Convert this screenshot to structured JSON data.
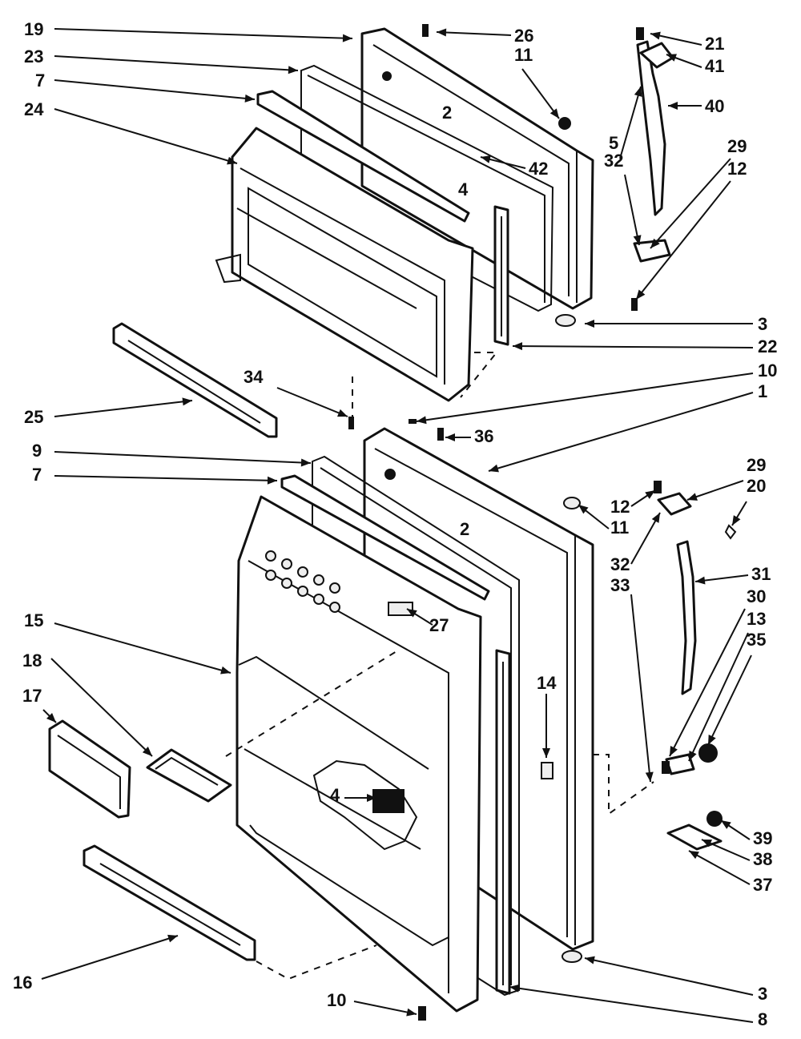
{
  "diagram": {
    "callouts": [
      "19",
      "23",
      "7",
      "24",
      "26",
      "11",
      "2",
      "4",
      "42",
      "21",
      "41",
      "40",
      "5",
      "32",
      "29",
      "12",
      "3",
      "22",
      "10",
      "1",
      "25",
      "34",
      "36",
      "9",
      "7",
      "2",
      "12",
      "11",
      "32",
      "33",
      "29",
      "20",
      "31",
      "30",
      "13",
      "35",
      "15",
      "18",
      "17",
      "27",
      "14",
      "4",
      "39",
      "38",
      "37",
      "16",
      "10",
      "3",
      "8"
    ]
  }
}
